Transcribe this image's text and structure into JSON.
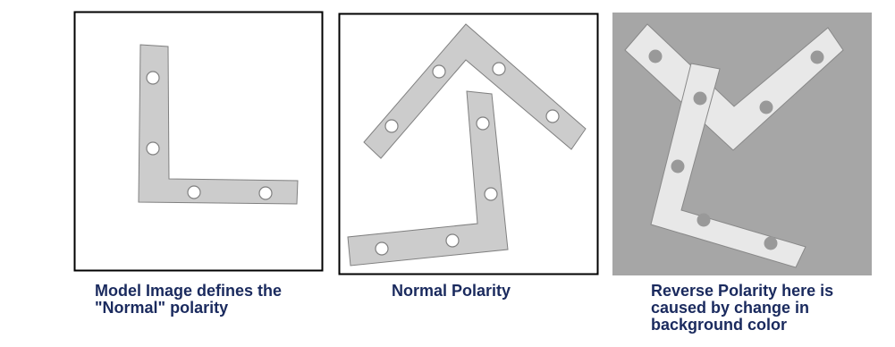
{
  "panels": {
    "model": {
      "caption": "Model Image defines the\n\"Normal\" polarity",
      "background_color": "#ffffff",
      "part_color": "#cccccc",
      "hole_color": "#ffffff"
    },
    "normal": {
      "caption": "Normal Polarity",
      "background_color": "#ffffff",
      "part_color": "#cccccc",
      "hole_color": "#ffffff"
    },
    "reverse": {
      "caption": "Reverse Polarity here is\ncaused by change in\nbackground color",
      "background_color": "#a6a6a6",
      "part_color": "#e8e8e8",
      "hole_color": "#999999"
    }
  }
}
